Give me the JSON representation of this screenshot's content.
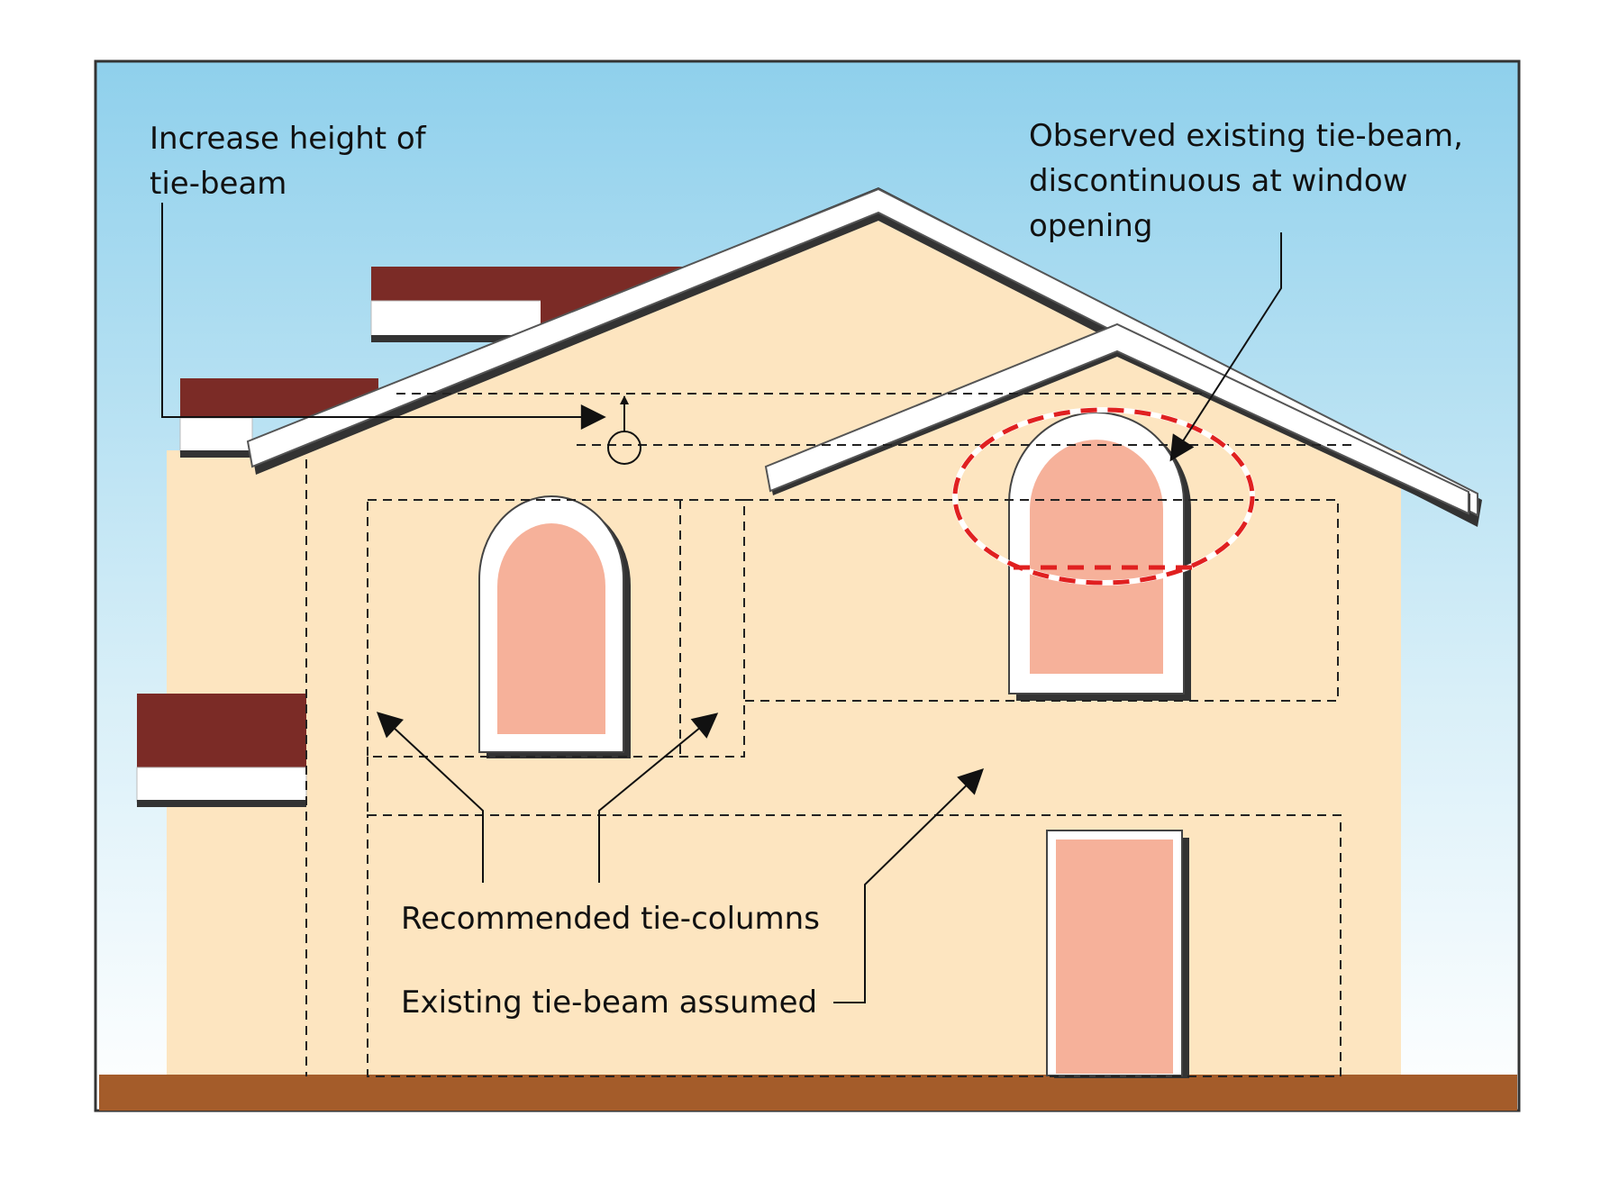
{
  "labels": {
    "increase_height_line1": "Increase height of",
    "increase_height_line2": "tie-beam",
    "observed_line1": "Observed existing tie-beam,",
    "observed_line2": "discontinuous at window",
    "observed_line3": "opening",
    "recommended_tie_columns": "Recommended tie-columns",
    "existing_tie_beam_assumed": "Existing tie-beam assumed"
  },
  "colors": {
    "sky_top": "#8fd0ec",
    "sky_bottom": "#ffffff",
    "wall": "#fde5c0",
    "roof_edge": "#ffffff",
    "roof_dark": "#7b2b26",
    "window_fill": "#f6b19a",
    "ground": "#a45c2a",
    "dashed_red": "#e02020"
  }
}
